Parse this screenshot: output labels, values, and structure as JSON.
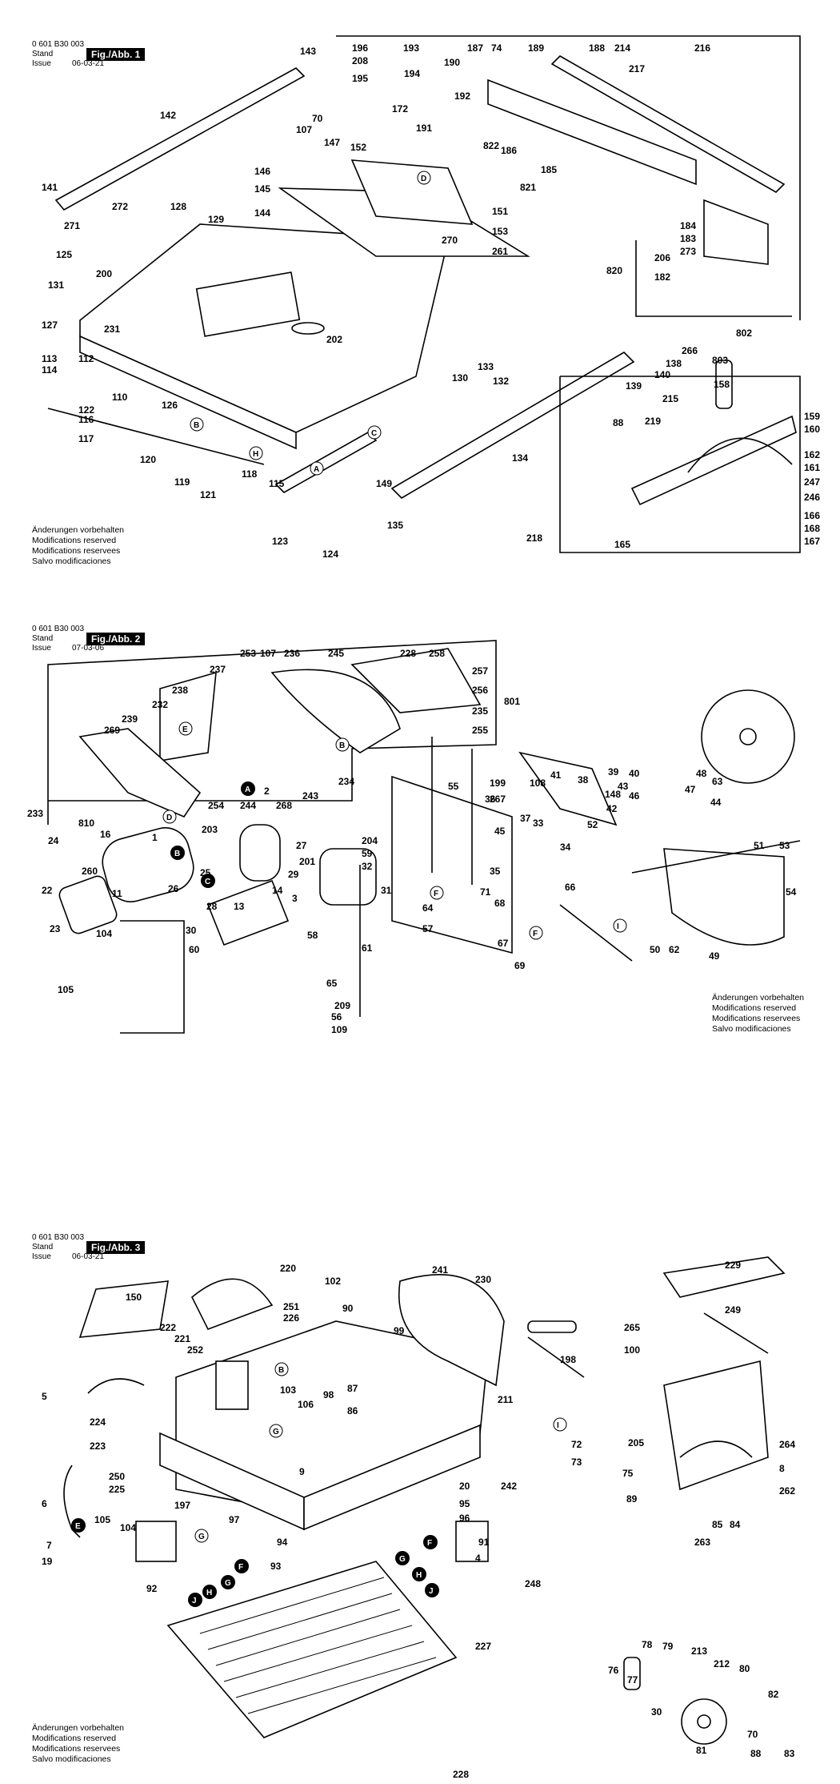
{
  "doc_number": "0 601 B30 003",
  "sheets": [
    {
      "fig": "Fig./Abb. 1",
      "stand_label": "Stand",
      "issue_label": "Issue",
      "issue_date": "06-03-21",
      "notes": [
        "Änderungen vorbehalten",
        "Modifications reserved",
        "Modifications reservees",
        "Salvo modificaciones"
      ],
      "markers": [
        "A",
        "B",
        "C",
        "D",
        "H"
      ],
      "part_labels": [
        "143",
        "142",
        "141",
        "272",
        "271",
        "125",
        "200",
        "131",
        "127",
        "128",
        "129",
        "144",
        "145",
        "146",
        "147",
        "70",
        "107",
        "152",
        "151",
        "153",
        "261",
        "270",
        "231",
        "202",
        "113",
        "114",
        "112",
        "110",
        "116",
        "117",
        "122",
        "120",
        "126",
        "119",
        "121",
        "118",
        "115",
        "123",
        "124",
        "130",
        "133",
        "132",
        "139",
        "140",
        "138",
        "266",
        "803",
        "158",
        "159",
        "160",
        "215",
        "219",
        "162",
        "161",
        "247",
        "246",
        "166",
        "168",
        "167",
        "165",
        "218",
        "134",
        "149",
        "135",
        "88",
        "802",
        "820",
        "184",
        "183",
        "273",
        "206",
        "182",
        "196",
        "208",
        "195",
        "193",
        "194",
        "190",
        "172",
        "191",
        "192",
        "187",
        "74",
        "189",
        "188",
        "214",
        "217",
        "216",
        "822",
        "186",
        "185",
        "821"
      ]
    },
    {
      "fig": "Fig./Abb. 2",
      "stand_label": "Stand",
      "issue_label": "Issue",
      "issue_date": "07-03-06",
      "notes": [
        "Änderungen vorbehalten",
        "Modifications reserved",
        "Modifications reservees",
        "Salvo modificaciones"
      ],
      "markers": [
        "A",
        "B",
        "C",
        "D",
        "E",
        "F",
        "I"
      ],
      "part_labels": [
        "253",
        "107",
        "236",
        "245",
        "228",
        "258",
        "237",
        "238",
        "232",
        "239",
        "269",
        "257",
        "256",
        "801",
        "235",
        "255",
        "233",
        "254",
        "244",
        "268",
        "243",
        "234",
        "199",
        "108",
        "267",
        "148",
        "63",
        "2",
        "27",
        "1",
        "810",
        "24",
        "16",
        "260",
        "26",
        "25",
        "22",
        "11",
        "23",
        "104",
        "105",
        "203",
        "201",
        "204",
        "59",
        "32",
        "31",
        "29",
        "14",
        "3",
        "13",
        "28",
        "30",
        "60",
        "58",
        "61",
        "65",
        "209",
        "56",
        "109",
        "55",
        "36",
        "35",
        "34",
        "33",
        "37",
        "45",
        "41",
        "38",
        "39",
        "40",
        "42",
        "43",
        "46",
        "47",
        "48",
        "44",
        "52",
        "51",
        "53",
        "54",
        "49",
        "50",
        "62",
        "64",
        "57",
        "68",
        "71",
        "66",
        "67",
        "69"
      ]
    },
    {
      "fig": "Fig./Abb. 3",
      "stand_label": "Stand",
      "issue_label": "Issue",
      "issue_date": "06-03-21",
      "notes": [
        "Änderungen vorbehalten",
        "Modifications reserved",
        "Modifications reservees",
        "Salvo modificaciones"
      ],
      "markers": [
        "B",
        "E",
        "F",
        "G",
        "H",
        "I",
        "J"
      ],
      "part_labels": [
        "220",
        "102",
        "251",
        "226",
        "222",
        "221",
        "252",
        "150",
        "90",
        "99",
        "241",
        "230",
        "229",
        "249",
        "265",
        "100",
        "198",
        "211",
        "5",
        "224",
        "223",
        "103",
        "98",
        "87",
        "86",
        "106",
        "72",
        "205",
        "73",
        "75",
        "8",
        "264",
        "262",
        "89",
        "250",
        "225",
        "197",
        "9",
        "20",
        "242",
        "6",
        "97",
        "95",
        "96",
        "105",
        "104",
        "7",
        "19",
        "92",
        "94",
        "93",
        "91",
        "4",
        "248",
        "227",
        "228",
        "76",
        "77",
        "78",
        "79",
        "213",
        "212",
        "80",
        "70",
        "82",
        "81",
        "30",
        "88",
        "83",
        "85",
        "84",
        "263"
      ]
    }
  ]
}
